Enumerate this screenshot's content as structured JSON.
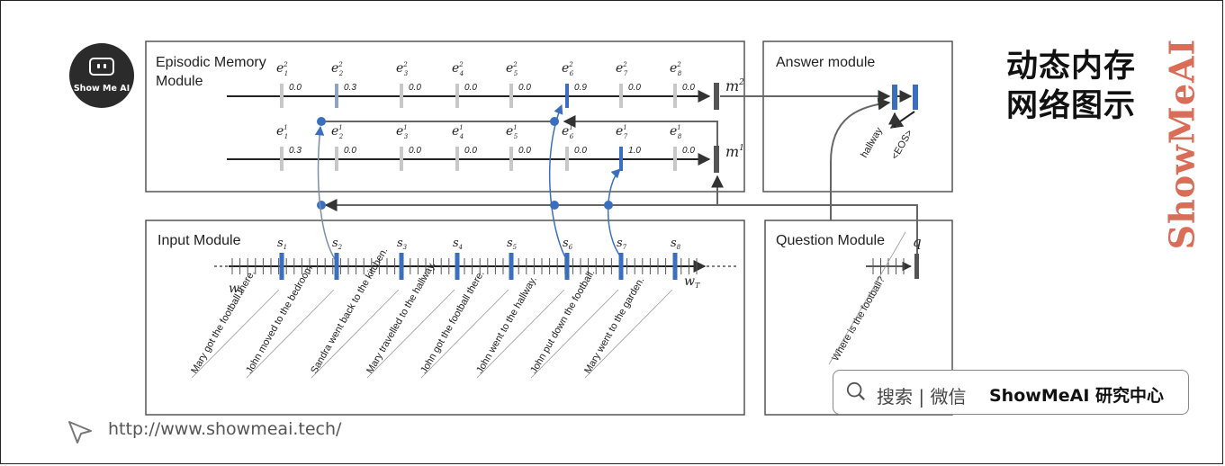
{
  "brand": {
    "logo_text": "Show Me AI",
    "side_text": "ShowMeAI",
    "title_line1": "动态内存",
    "title_line2": "网络图示"
  },
  "search": {
    "text": "搜索 | 微信",
    "brand": "ShowMeAI 研究中心"
  },
  "footer": {
    "url": "http://www.showmeai.tech/"
  },
  "diagram": {
    "episodic_title_1": "Episodic Memory",
    "episodic_title_2": "Module",
    "answer_title": "Answer module",
    "input_title": "Input Module",
    "question_title": "Question Module",
    "memory_upper": {
      "label": "m",
      "label_sup": "2",
      "gate_sup": "2",
      "gates": [
        [
          "1",
          "0.0"
        ],
        [
          "2",
          "0.3"
        ],
        [
          "3",
          "0.0"
        ],
        [
          "4",
          "0.0"
        ],
        [
          "5",
          "0.0"
        ],
        [
          "6",
          "0.9"
        ],
        [
          "7",
          "0.0"
        ],
        [
          "8",
          "0.0"
        ]
      ]
    },
    "memory_lower": {
      "label": "m",
      "label_sup": "1",
      "gate_sup": "1",
      "gates": [
        [
          "1",
          "0.3"
        ],
        [
          "2",
          "0.0"
        ],
        [
          "3",
          "0.0"
        ],
        [
          "4",
          "0.0"
        ],
        [
          "5",
          "0.0"
        ],
        [
          "6",
          "0.0"
        ],
        [
          "7",
          "1.0"
        ],
        [
          "8",
          "0.0"
        ]
      ]
    },
    "sentence_labels": [
      "1",
      "2",
      "3",
      "4",
      "5",
      "6",
      "7",
      "8"
    ],
    "sentences": [
      "Mary got the football there.",
      "John moved to the bedroom.",
      "Sandra went back to the kitchen.",
      "Mary travelled to the hallway.",
      "John got the football there.",
      "John went to the hallway.",
      "John put down the football.",
      "Mary went to the garden."
    ],
    "w_start": {
      "main": "w",
      "sub": "1"
    },
    "w_end": {
      "main": "w",
      "sub": "T"
    },
    "question_label": "q",
    "question": "Where is the football?",
    "answers": [
      "hallway",
      "<EOS>"
    ]
  }
}
